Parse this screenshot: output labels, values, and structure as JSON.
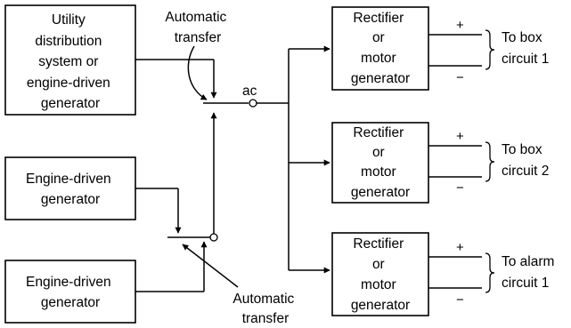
{
  "diagram": {
    "sources": [
      {
        "lines": [
          "Utility",
          "distribution",
          "system or",
          "engine-driven",
          "generator"
        ]
      },
      {
        "lines": [
          "Engine-driven",
          "generator"
        ]
      },
      {
        "lines": [
          "Engine-driven",
          "generator"
        ]
      }
    ],
    "transfers": [
      {
        "lines": [
          "Automatic",
          "transfer"
        ]
      },
      {
        "lines": [
          "Automatic",
          "transfer"
        ]
      }
    ],
    "bus_label": "ac",
    "converters": [
      {
        "lines": [
          "Rectifier",
          "or",
          "motor",
          "generator"
        ]
      },
      {
        "lines": [
          "Rectifier",
          "or",
          "motor",
          "generator"
        ]
      },
      {
        "lines": [
          "Rectifier",
          "or",
          "motor",
          "generator"
        ]
      }
    ],
    "outputs": [
      {
        "plus": "+",
        "minus": "−",
        "lines": [
          "To box",
          "circuit 1"
        ]
      },
      {
        "plus": "+",
        "minus": "−",
        "lines": [
          "To box",
          "circuit 2"
        ]
      },
      {
        "plus": "+",
        "minus": "−",
        "lines": [
          "To alarm",
          "circuit 1"
        ]
      }
    ]
  }
}
